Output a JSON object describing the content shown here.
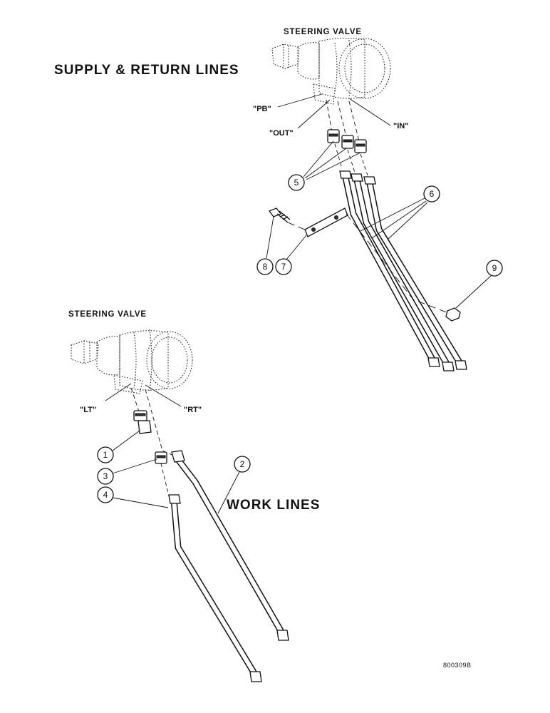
{
  "top_section": {
    "heading": "SUPPLY & RETURN LINES",
    "valve_label": "STEERING VALVE",
    "ports": {
      "pb": "\"PB\"",
      "out": "\"OUT\"",
      "in": "\"IN\""
    },
    "callouts": [
      "5",
      "6",
      "7",
      "8",
      "9"
    ]
  },
  "bottom_section": {
    "heading": "WORK LINES",
    "valve_label": "STEERING VALVE",
    "ports": {
      "lt": "\"LT\"",
      "rt": "\"RT\""
    },
    "callouts": [
      "1",
      "2",
      "3",
      "4"
    ]
  },
  "figure_number": "800309B"
}
